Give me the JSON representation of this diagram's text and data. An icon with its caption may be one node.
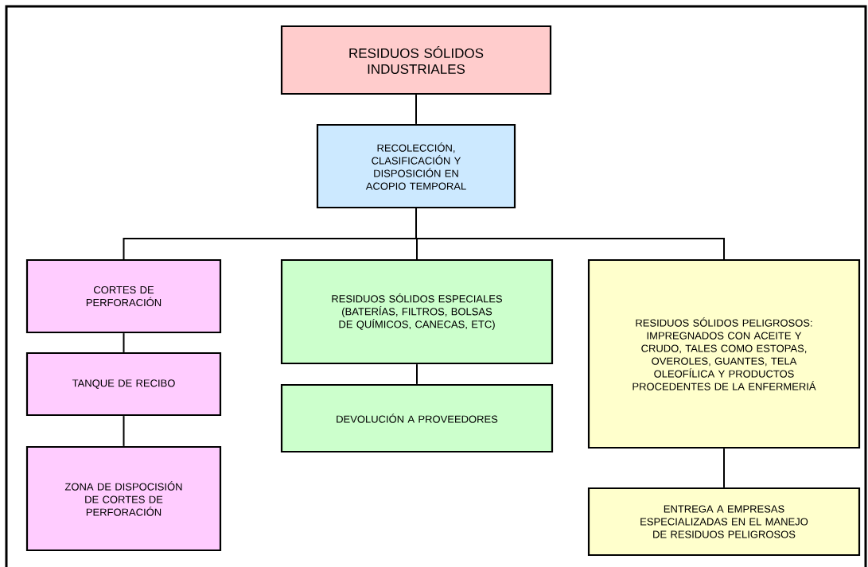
{
  "diagram": {
    "nodes": [
      {
        "text": [
          "RESIDUOS SÓLIDOS INDUSTRIALES"
        ]
      },
      {
        "text": [
          "RECOLECCIÓN, CLASIFICACIÓN Y DISPOSICIÓN EN ACOPIO TEMPORAL"
        ]
      },
      {
        "text": [
          "CORTES DE PERFORACIÓN"
        ]
      },
      {
        "text": [
          "TANQUE DE RECIBO"
        ]
      },
      {
        "text": [
          "ZONA DE DISPOCISIÓN DE CORTES DE PERFORACIÓN"
        ]
      },
      {
        "text": [
          "RESIDUOS SÓLIDOS ESPECIALES (BATERÍAS, FILTROS, BOLSAS DE QUÍMICOS, CANECAS, ETC)"
        ]
      },
      {
        "text": [
          "DEVOLUCIÓN A PROVEEDORES"
        ]
      },
      {
        "text": [
          "RESIDUOS SÓLIDOS PELIGROSOS: IMPREGNADOS CON ACEITE Y CRUDO, TALES COMO ESTOPAS, OVEROLES, GUANTES, TELA OLEOFÍLICA Y PRODUCTOS PROCEDENTES DE LA ENFERMERIÁ"
        ]
      },
      {
        "text": [
          "ENTREGA A EMPRESAS ESPECIALIZADAS EN EL MANEJO DE RESIDUOS PELIGROSOS"
        ]
      }
    ],
    "edges": [
      {
        "from": 0,
        "to": 1,
        "arrow": "none"
      },
      {
        "from": 1,
        "to": 2,
        "arrow": "none"
      },
      {
        "from": 1,
        "to": 5,
        "arrow": "none"
      },
      {
        "from": 1,
        "to": 7,
        "arrow": "none"
      },
      {
        "from": 2,
        "to": 3,
        "arrow": "none"
      },
      {
        "from": 3,
        "to": 4,
        "arrow": "none"
      },
      {
        "from": 5,
        "to": 6,
        "arrow": "none"
      },
      {
        "from": 7,
        "to": 8,
        "arrow": "none"
      }
    ]
  }
}
